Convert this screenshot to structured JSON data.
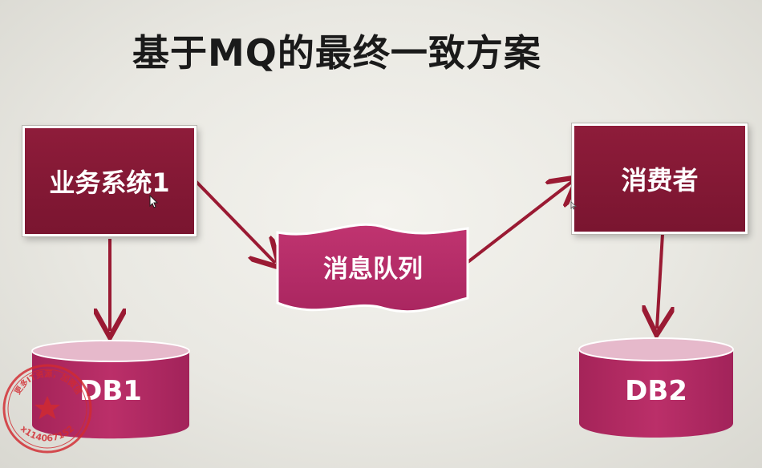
{
  "title": "基于MQ的最终一致方案",
  "nodes": {
    "system": "业务系统1",
    "queue": "消息队列",
    "consumer": "消费者",
    "db1": "DB1",
    "db2": "DB2"
  },
  "watermark": {
    "top_text": "更多IT资源，加微信",
    "bottom_text": "x114067152"
  },
  "colors": {
    "box_fill": "#841a36",
    "db_fill": "#b52a63",
    "db_top": "#e7bccd",
    "arrow": "#9a1a33",
    "stamp": "#d22a30"
  }
}
